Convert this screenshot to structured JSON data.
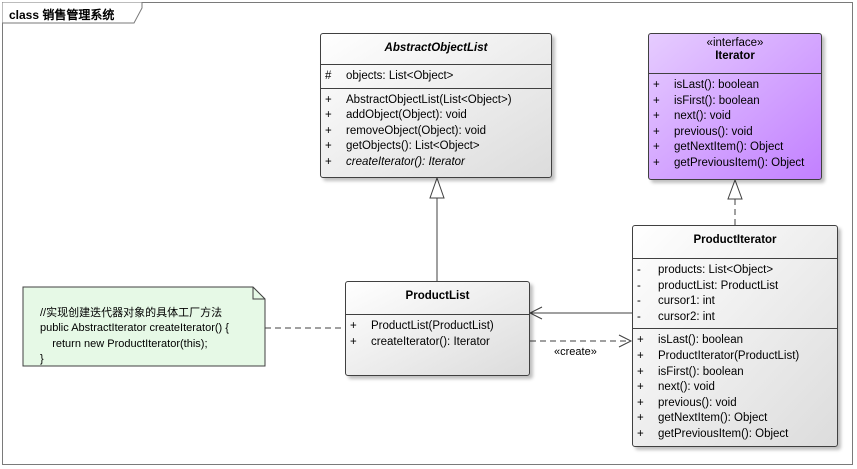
{
  "diagram": {
    "title": "class 销售管理系统",
    "classes": {
      "abstract_object_list": {
        "name": "AbstractObjectList",
        "attributes": [
          {
            "visibility": "#",
            "text": "objects: List<Object>"
          }
        ],
        "operations": [
          {
            "visibility": "+",
            "text": "AbstractObjectList(List<Object>)"
          },
          {
            "visibility": "+",
            "text": "addObject(Object): void"
          },
          {
            "visibility": "+",
            "text": "removeObject(Object): void"
          },
          {
            "visibility": "+",
            "text": "getObjects(): List<Object>"
          },
          {
            "visibility": "+",
            "text": "createIterator(): Iterator"
          }
        ]
      },
      "iterator": {
        "stereotype": "«interface»",
        "name": "Iterator",
        "operations": [
          {
            "visibility": "+",
            "text": "isLast(): boolean"
          },
          {
            "visibility": "+",
            "text": "isFirst(): boolean"
          },
          {
            "visibility": "+",
            "text": "next(): void"
          },
          {
            "visibility": "+",
            "text": "previous(): void"
          },
          {
            "visibility": "+",
            "text": "getNextItem(): Object"
          },
          {
            "visibility": "+",
            "text": "getPreviousItem(): Object"
          }
        ]
      },
      "product_list": {
        "name": "ProductList",
        "operations": [
          {
            "visibility": "+",
            "text": "ProductList(ProductList)"
          },
          {
            "visibility": "+",
            "text": "createIterator(): Iterator"
          }
        ]
      },
      "product_iterator": {
        "name": "ProductIterator",
        "attributes": [
          {
            "visibility": "-",
            "text": "products: List<Object>"
          },
          {
            "visibility": "-",
            "text": "productList: ProductList"
          },
          {
            "visibility": "-",
            "text": "cursor1: int"
          },
          {
            "visibility": "-",
            "text": "cursor2: int"
          }
        ],
        "operations": [
          {
            "visibility": "+",
            "text": "isLast(): boolean"
          },
          {
            "visibility": "+",
            "text": "ProductIterator(ProductList)"
          },
          {
            "visibility": "+",
            "text": "isFirst(): boolean"
          },
          {
            "visibility": "+",
            "text": "next(): void"
          },
          {
            "visibility": "+",
            "text": "previous(): void"
          },
          {
            "visibility": "+",
            "text": "getNextItem(): Object"
          },
          {
            "visibility": "+",
            "text": "getPreviousItem(): Object"
          }
        ]
      }
    },
    "note": {
      "lines": [
        "//实现创建迭代器对象的具体工厂方法",
        "public AbstractIterator createIterator() {",
        "    return new ProductIterator(this);",
        "}"
      ]
    },
    "relations": {
      "create_label": "«create»"
    },
    "colors": {
      "class_fill_light": "#ffffff",
      "class_fill_dark": "#dcdcdc",
      "interface_fill_light": "#e6ccff",
      "interface_fill_dark": "#c280ff",
      "note_fill": "#e6f9e6",
      "line": "#404040"
    }
  }
}
